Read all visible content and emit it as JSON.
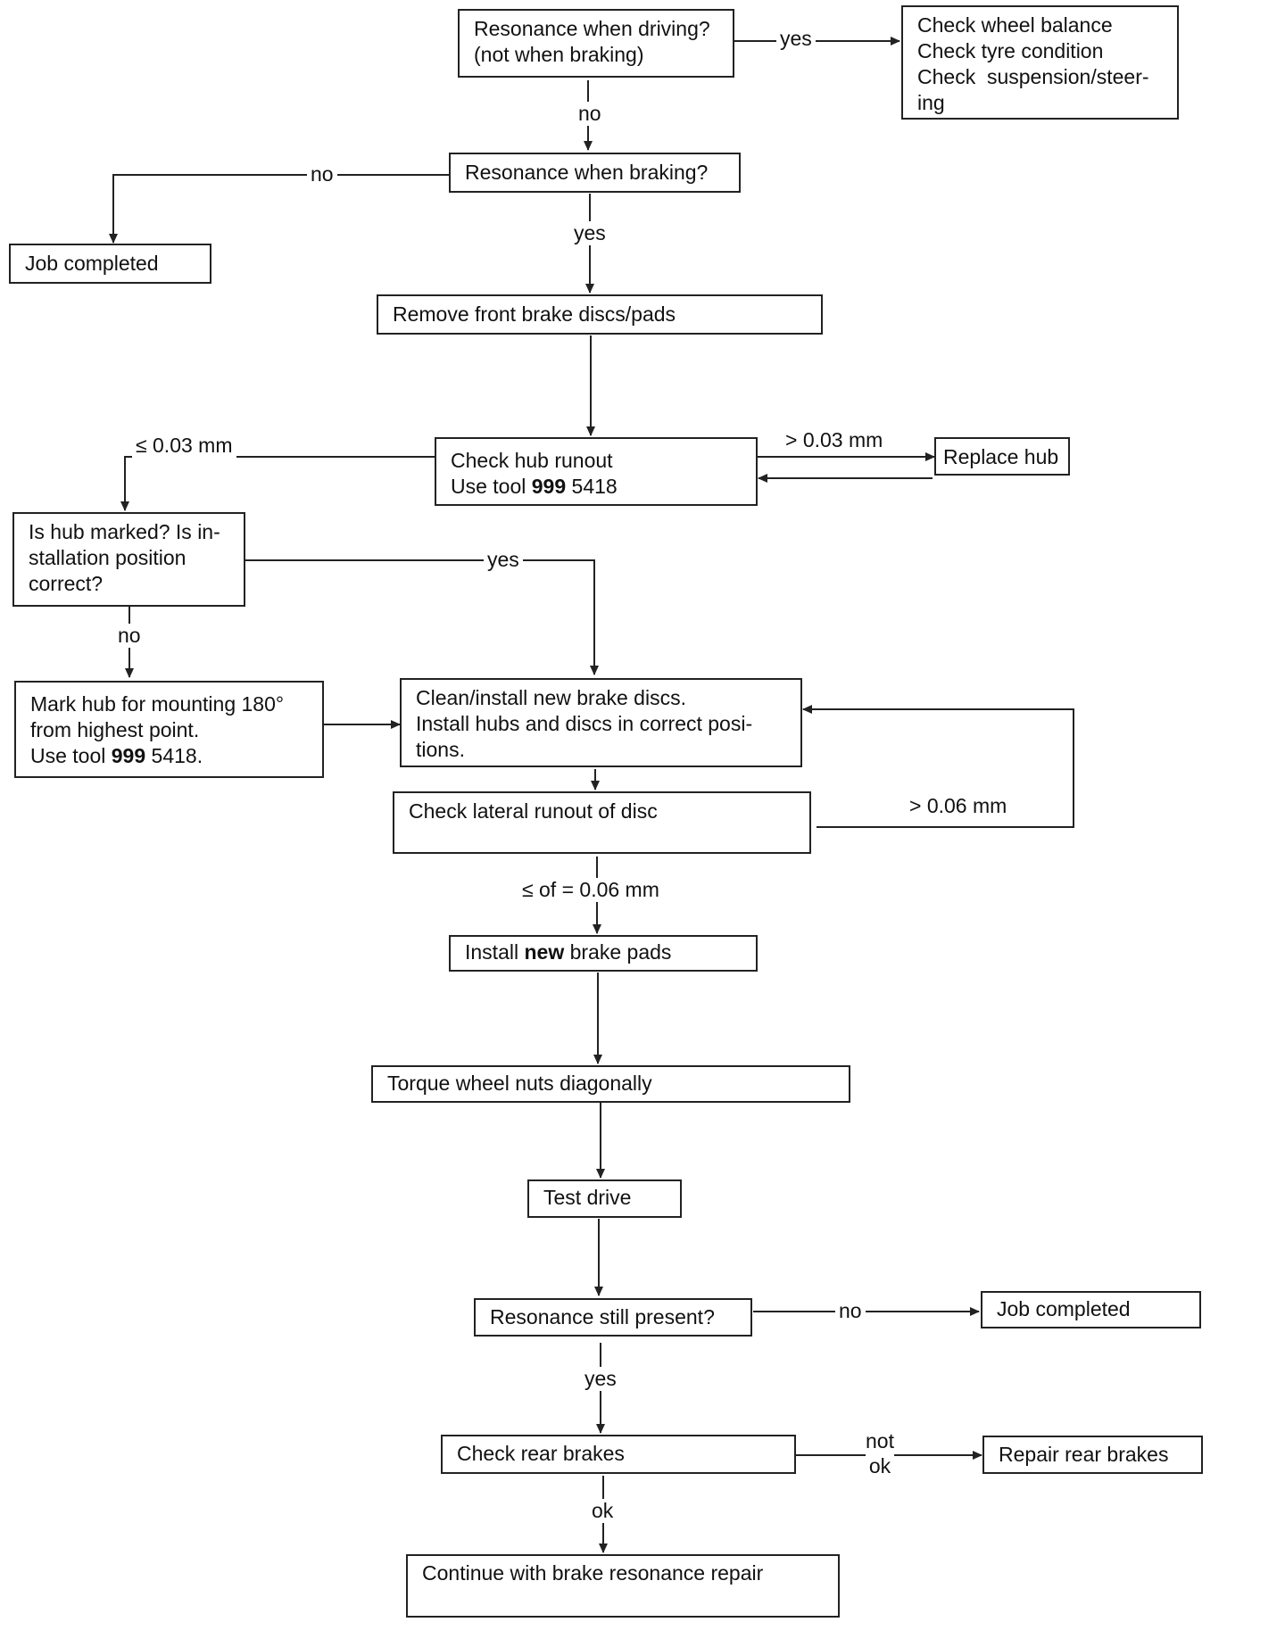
{
  "nodes": {
    "resonance_driving": [
      "Resonance when driving?",
      "(not when braking)"
    ],
    "check_wheel": [
      "Check wheel balance",
      "Check tyre condition",
      "Check  suspension/steer-",
      "ing"
    ],
    "resonance_braking": [
      "Resonance when braking?"
    ],
    "job_completed_1": [
      "Job completed"
    ],
    "remove_front": [
      "Remove front brake discs/pads"
    ],
    "check_hub_runout": [
      "Check hub runout"
    ],
    "use_tool_prefix": "Use tool ",
    "tool_bold": "999",
    "tool_rest": " 5418",
    "replace_hub": [
      "Replace hub"
    ],
    "hub_marked": [
      "Is hub marked? Is in-",
      "stallation position",
      "correct?"
    ],
    "mark_hub": [
      "Mark hub for mounting 180°",
      "from highest point."
    ],
    "mark_hub_tool_rest": " 5418.",
    "clean_install": [
      "Clean/install new brake discs.",
      "Install hubs and discs in correct posi-",
      "tions."
    ],
    "check_lateral": [
      "Check lateral runout of disc"
    ],
    "install_pads_pre": "Install ",
    "install_pads_bold": "new",
    "install_pads_post": " brake pads",
    "torque": [
      "Torque wheel nuts diagonally"
    ],
    "test_drive": [
      "Test drive"
    ],
    "resonance_still": [
      "Resonance still present?"
    ],
    "job_completed_2": [
      "Job completed"
    ],
    "check_rear": [
      "Check rear brakes"
    ],
    "repair_rear": [
      "Repair rear brakes"
    ],
    "continue_repair": [
      "Continue with brake resonance repair"
    ]
  },
  "labels": {
    "yes_1": "yes",
    "no_1": "no",
    "no_2": "no",
    "yes_2": "yes",
    "le_003": "≤ 0.03 mm",
    "gt_003": "> 0.03 mm",
    "yes_3": "yes",
    "no_3": "no",
    "gt_006": "> 0.06 mm",
    "le_of_006": "≤ of = 0.06 mm",
    "no_4": "no",
    "yes_4": "yes",
    "not_ok": "not\nok",
    "ok": "ok"
  }
}
